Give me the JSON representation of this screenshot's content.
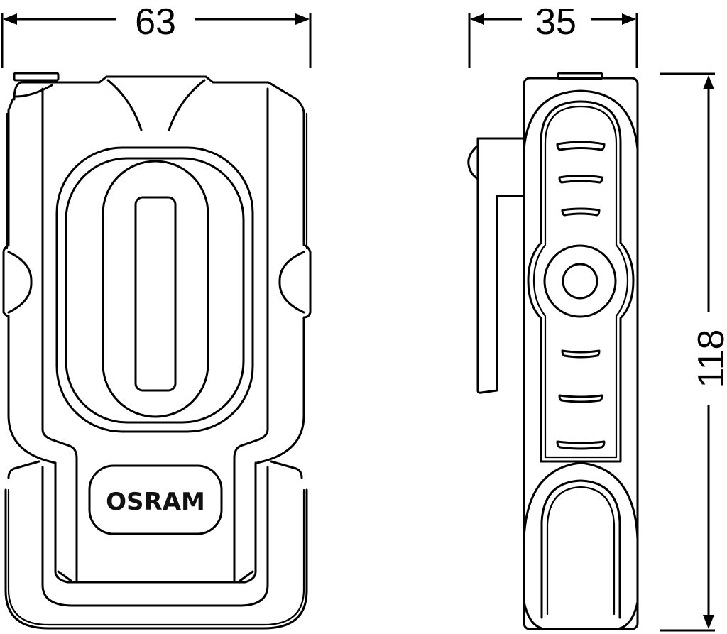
{
  "drawing": {
    "subject": "Work light dimension drawing",
    "units": "mm",
    "line_color": "#000000",
    "background": "#ffffff"
  },
  "dimensions": {
    "width": {
      "label": "63",
      "view": "front"
    },
    "depth": {
      "label": "35",
      "view": "side"
    },
    "height": {
      "label": "118",
      "view": "side"
    }
  },
  "front_view": {
    "brand_label": "OSRAM",
    "parts": [
      "housing",
      "top-clip",
      "reflector-window",
      "led-strip",
      "side-knobs",
      "hanging-hook-stand"
    ]
  },
  "side_view": {
    "parts": [
      "housing",
      "clip",
      "grip-ridges",
      "pivot-button",
      "hook"
    ],
    "ridge_count_upper": 3,
    "ridge_count_lower": 3
  }
}
